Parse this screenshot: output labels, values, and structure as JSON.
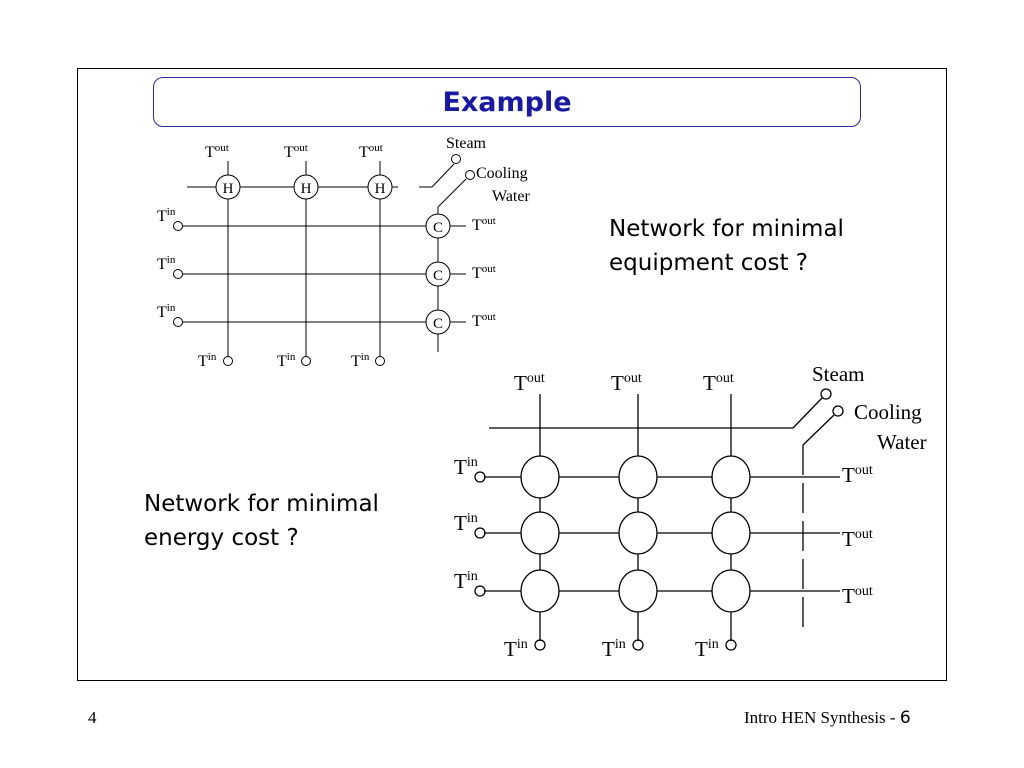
{
  "slide": {
    "title": "Example",
    "note_min_equipment": [
      "Network for minimal",
      "equipment cost ?"
    ],
    "note_min_energy": [
      "Network for minimal",
      "energy cost ?"
    ],
    "footer_left": "4",
    "footer_right_text": "Intro HEN Synthesis - ",
    "footer_right_num": "6"
  },
  "diagram": {
    "t_base": "T",
    "sup_out": "out",
    "sup_in": "in",
    "steam": "Steam",
    "cooling": "Cooling",
    "water": "Water",
    "heater": "H",
    "cooler": "C"
  }
}
